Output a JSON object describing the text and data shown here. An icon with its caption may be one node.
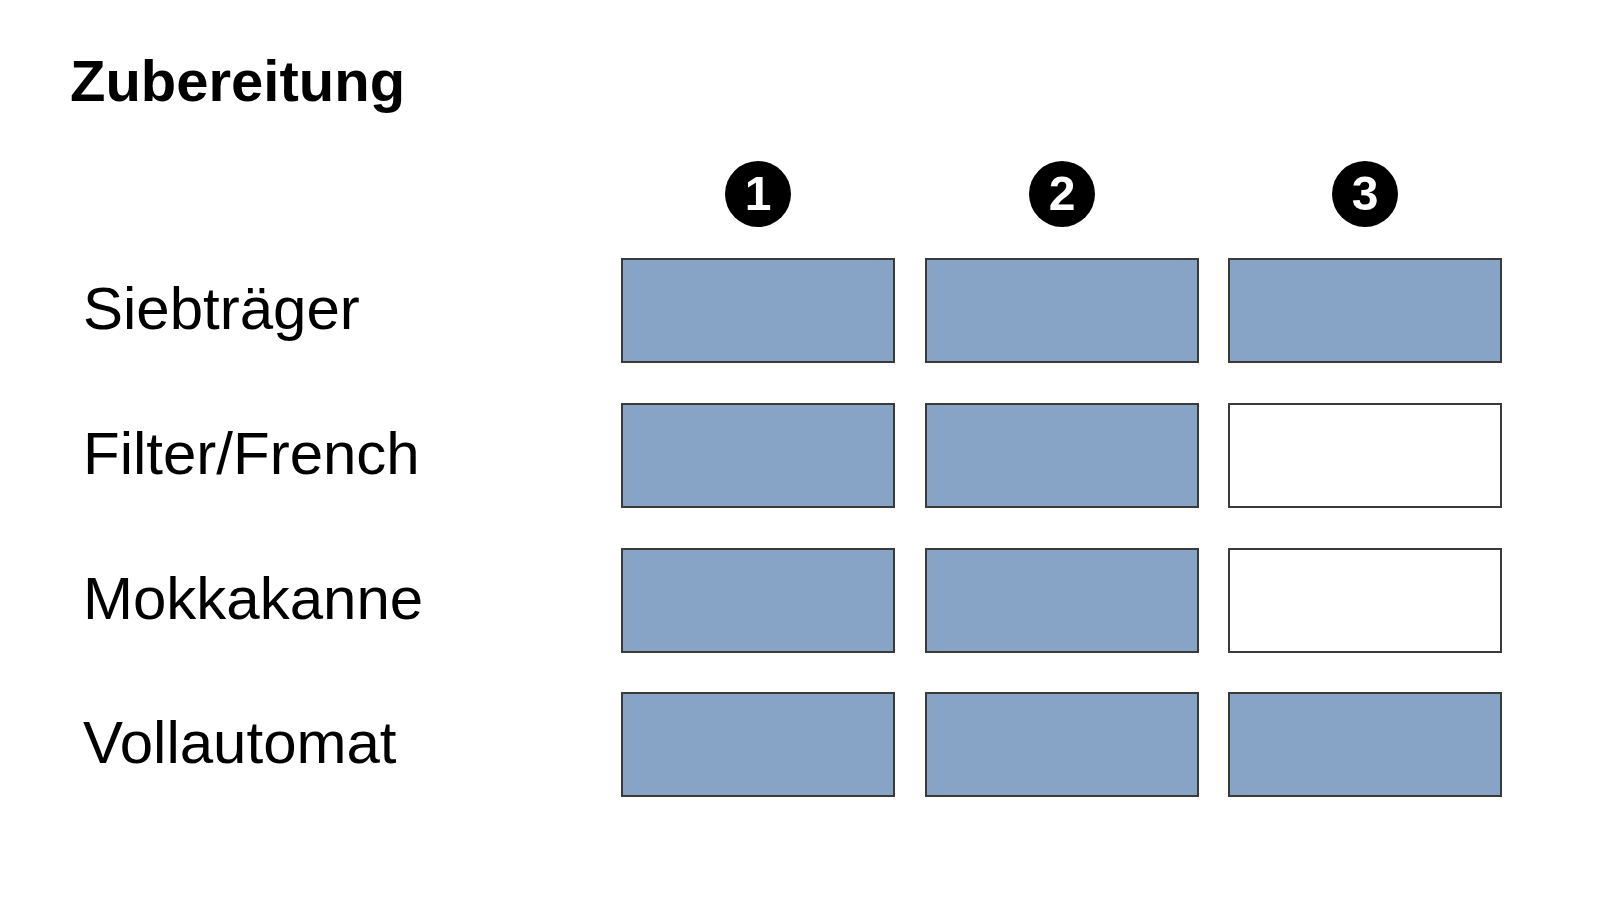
{
  "diagram": {
    "title": "Zubereitung",
    "nodes": [
      {
        "text": [],
        "shape": "block"
      },
      {
        "text": [],
        "shape": "block"
      },
      {
        "text": [],
        "shape": "block"
      },
      {
        "text": [],
        "shape": "block"
      },
      {
        "text": [],
        "shape": "block"
      },
      {
        "text": [],
        "shape": "box"
      },
      {
        "text": [],
        "shape": "block"
      },
      {
        "text": [],
        "shape": "block"
      },
      {
        "text": [],
        "shape": "box"
      },
      {
        "text": [],
        "shape": "block"
      },
      {
        "text": [],
        "shape": "block"
      },
      {
        "text": [],
        "shape": "block"
      }
    ],
    "labels": [
      "1",
      "2",
      "3",
      "Siebträger",
      "Filter/French",
      "Mokkakanne",
      "Vollautomat"
    ]
  }
}
